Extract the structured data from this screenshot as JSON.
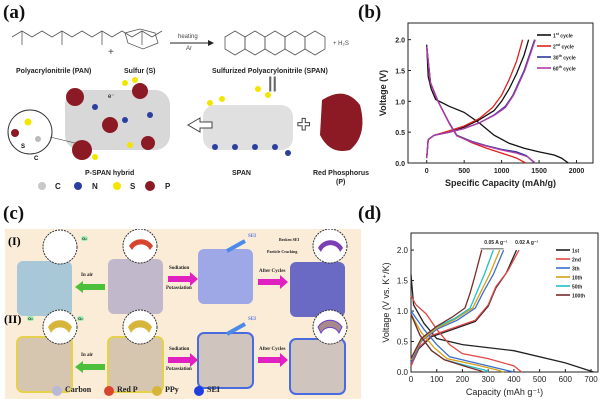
{
  "panels": {
    "a": {
      "label": "(a)",
      "reactant1": "Polyacrylonitrile (PAN)",
      "plus": "+",
      "reactant2": "Sulfur (S)",
      "arrow_top": "heating",
      "arrow_bottom": "Ar",
      "product": "Sulfurized Polyacrylonitrile (SPAN)",
      "byproduct": "+ H₂S",
      "equals": "||",
      "hybrid": "P-SPAN hybrid",
      "span": "SPAN",
      "red_p": "Red Phosphorus",
      "red_p_symbol": "(P)",
      "electron": "e⁻",
      "inset_atoms": [
        "S",
        "C"
      ],
      "atom_legend": [
        {
          "symbol": "C",
          "color": "#c8c8c8"
        },
        {
          "symbol": "N",
          "color": "#2a3f9e"
        },
        {
          "symbol": "S",
          "color": "#f2e600"
        },
        {
          "symbol": "P",
          "color": "#8b1a24"
        }
      ]
    },
    "b": {
      "label": "(b)"
    },
    "c": {
      "label": "(c)",
      "row1": "(I)",
      "row2": "(II)",
      "in_air": "In air",
      "sodiation": "Sodiation",
      "potassiation": "Potassiation",
      "after_cycles": "After Cycles",
      "sei": "SEI",
      "broken_sei": "Broken SEI",
      "particle_cracking": "Particle Cracking",
      "o2": "O₂",
      "legend": [
        {
          "name": "Carbon",
          "color": "#b7b9d6"
        },
        {
          "name": "Red P",
          "color": "#d8452f"
        },
        {
          "name": "PPy",
          "color": "#d6b53a"
        },
        {
          "name": "SEI",
          "color": "#1f3ee0"
        }
      ]
    },
    "d": {
      "label": "(d)"
    }
  },
  "chart_data": [
    {
      "type": "line",
      "panel": "b",
      "xlabel": "Specific Capacity (mAh/g)",
      "ylabel": "Voltage (V)",
      "xlim": [
        -250,
        2220
      ],
      "ylim": [
        0,
        2.27
      ],
      "xticks": [
        0,
        500,
        1000,
        1500,
        2000
      ],
      "yticks": [
        "0.0",
        "0.5",
        "1.0",
        "1.5",
        "2.0"
      ],
      "legend_position": "top-right",
      "series": [
        {
          "name": "1st cycle",
          "legend_base": "1",
          "legend_sup": "st",
          "legend_tail": " cycle",
          "color": "#111111",
          "discharge": [
            [
              0,
              1.92
            ],
            [
              20,
              1.4
            ],
            [
              60,
              1.2
            ],
            [
              120,
              1.03
            ],
            [
              300,
              0.92
            ],
            [
              500,
              0.82
            ],
            [
              700,
              0.65
            ],
            [
              900,
              0.45
            ],
            [
              1100,
              0.32
            ],
            [
              1300,
              0.24
            ],
            [
              1500,
              0.18
            ],
            [
              1700,
              0.13
            ],
            [
              1800,
              0.08
            ],
            [
              1890,
              0
            ]
          ],
          "charge": [
            [
              0,
              0.08
            ],
            [
              20,
              0.38
            ],
            [
              100,
              0.45
            ],
            [
              300,
              0.5
            ],
            [
              500,
              0.58
            ],
            [
              700,
              0.7
            ],
            [
              900,
              0.85
            ],
            [
              1000,
              1.0
            ],
            [
              1100,
              1.2
            ],
            [
              1200,
              1.45
            ],
            [
              1300,
              1.75
            ],
            [
              1360,
              2.0
            ]
          ]
        },
        {
          "name": "2nd cycle",
          "legend_base": "2",
          "legend_sup": "nd",
          "legend_tail": " cycle",
          "color": "#e0201e",
          "discharge": [
            [
              0,
              1.9
            ],
            [
              50,
              1.3
            ],
            [
              150,
              1.0
            ],
            [
              300,
              0.65
            ],
            [
              400,
              0.45
            ],
            [
              600,
              0.33
            ],
            [
              800,
              0.24
            ],
            [
              1000,
              0.16
            ],
            [
              1200,
              0.08
            ],
            [
              1320,
              0
            ]
          ],
          "charge": [
            [
              0,
              0.08
            ],
            [
              20,
              0.38
            ],
            [
              100,
              0.45
            ],
            [
              300,
              0.52
            ],
            [
              500,
              0.6
            ],
            [
              700,
              0.72
            ],
            [
              880,
              0.9
            ],
            [
              1000,
              1.1
            ],
            [
              1100,
              1.35
            ],
            [
              1200,
              1.65
            ],
            [
              1280,
              2.0
            ]
          ]
        },
        {
          "name": "30th cycle",
          "legend_base": "30",
          "legend_sup": "th",
          "legend_tail": " cycle",
          "color": "#2e3a9c",
          "discharge": [
            [
              0,
              1.9
            ],
            [
              50,
              1.3
            ],
            [
              150,
              1.0
            ],
            [
              300,
              0.65
            ],
            [
              400,
              0.45
            ],
            [
              600,
              0.35
            ],
            [
              800,
              0.28
            ],
            [
              1000,
              0.22
            ],
            [
              1200,
              0.18
            ],
            [
              1330,
              0.12
            ],
            [
              1440,
              0
            ]
          ],
          "charge": [
            [
              0,
              0.08
            ],
            [
              20,
              0.38
            ],
            [
              100,
              0.45
            ],
            [
              300,
              0.5
            ],
            [
              500,
              0.56
            ],
            [
              700,
              0.65
            ],
            [
              900,
              0.78
            ],
            [
              1050,
              0.92
            ],
            [
              1150,
              1.1
            ],
            [
              1300,
              1.5
            ],
            [
              1440,
              2.0
            ]
          ]
        },
        {
          "name": "60th cycle",
          "legend_base": "60",
          "legend_sup": "th",
          "legend_tail": " cycle",
          "color": "#b23aa6",
          "discharge": [
            [
              0,
              1.88
            ],
            [
              50,
              1.3
            ],
            [
              150,
              1.0
            ],
            [
              300,
              0.64
            ],
            [
              400,
              0.44
            ],
            [
              600,
              0.34
            ],
            [
              800,
              0.27
            ],
            [
              1000,
              0.21
            ],
            [
              1200,
              0.16
            ],
            [
              1350,
              0.1
            ],
            [
              1450,
              0
            ]
          ],
          "charge": [
            [
              0,
              0.08
            ],
            [
              20,
              0.38
            ],
            [
              100,
              0.45
            ],
            [
              300,
              0.5
            ],
            [
              500,
              0.56
            ],
            [
              700,
              0.65
            ],
            [
              900,
              0.77
            ],
            [
              1050,
              0.9
            ],
            [
              1160,
              1.1
            ],
            [
              1310,
              1.5
            ],
            [
              1450,
              2.0
            ]
          ]
        }
      ]
    },
    {
      "type": "line",
      "panel": "d",
      "xlabel": "Capacity (mAh g⁻¹)",
      "ylabel": "Voltage (V vs. K⁺/K)",
      "xlim": [
        0,
        727
      ],
      "ylim": [
        0,
        2.28
      ],
      "xticks": [
        0,
        100,
        200,
        300,
        400,
        500,
        600,
        700
      ],
      "yticks": [
        "0.0",
        "0.5",
        "1.0",
        "1.5",
        "2.0"
      ],
      "legend_position": "top-right",
      "annotations": [
        "0.05 A g⁻¹",
        "0.02 A g⁻¹"
      ],
      "series": [
        {
          "name": "1st",
          "color": "#222222",
          "discharge": [
            [
              0,
              1.6
            ],
            [
              10,
              1.1
            ],
            [
              50,
              0.8
            ],
            [
              100,
              0.55
            ],
            [
              200,
              0.45
            ],
            [
              400,
              0.35
            ],
            [
              600,
              0.15
            ],
            [
              710,
              0
            ]
          ],
          "charge": [
            [
              0,
              0.1
            ],
            [
              30,
              0.38
            ],
            [
              80,
              0.58
            ],
            [
              150,
              0.68
            ],
            [
              250,
              0.83
            ],
            [
              300,
              1.08
            ],
            [
              330,
              1.38
            ],
            [
              370,
              1.62
            ],
            [
              410,
              2.0
            ]
          ]
        },
        {
          "name": "2nd",
          "color": "#e04848",
          "discharge": [
            [
              0,
              1.25
            ],
            [
              20,
              1.1
            ],
            [
              60,
              0.95
            ],
            [
              100,
              0.7
            ],
            [
              150,
              0.45
            ],
            [
              200,
              0.3
            ],
            [
              300,
              0.22
            ],
            [
              400,
              0.1
            ],
            [
              430,
              0
            ]
          ],
          "charge": [
            [
              0,
              0.1
            ],
            [
              30,
              0.4
            ],
            [
              80,
              0.6
            ],
            [
              150,
              0.7
            ],
            [
              250,
              0.85
            ],
            [
              300,
              1.1
            ],
            [
              330,
              1.4
            ],
            [
              375,
              1.65
            ],
            [
              420,
              2.0
            ]
          ]
        },
        {
          "name": "3th",
          "color": "#3a6fd0",
          "discharge": [
            [
              0,
              1.0
            ],
            [
              50,
              0.7
            ],
            [
              100,
              0.45
            ],
            [
              150,
              0.25
            ],
            [
              250,
              0.15
            ],
            [
              350,
              0.05
            ],
            [
              400,
              0
            ]
          ],
          "charge": [
            [
              0,
              0.15
            ],
            [
              40,
              0.5
            ],
            [
              100,
              0.7
            ],
            [
              180,
              0.85
            ],
            [
              250,
              1.05
            ],
            [
              280,
              1.3
            ],
            [
              320,
              1.6
            ],
            [
              360,
              2.0
            ]
          ]
        },
        {
          "name": "10th",
          "color": "#d4a017",
          "discharge": [
            [
              0,
              0.95
            ],
            [
              40,
              0.65
            ],
            [
              90,
              0.4
            ],
            [
              140,
              0.22
            ],
            [
              250,
              0.12
            ],
            [
              330,
              0.04
            ],
            [
              360,
              0
            ]
          ],
          "charge": [
            [
              0,
              0.2
            ],
            [
              40,
              0.52
            ],
            [
              100,
              0.72
            ],
            [
              170,
              0.86
            ],
            [
              240,
              1.05
            ],
            [
              270,
              1.3
            ],
            [
              305,
              1.6
            ],
            [
              345,
              2.0
            ]
          ]
        },
        {
          "name": "50th",
          "color": "#20c0c8",
          "discharge": [
            [
              0,
              0.95
            ],
            [
              35,
              0.6
            ],
            [
              80,
              0.35
            ],
            [
              130,
              0.2
            ],
            [
              220,
              0.1
            ],
            [
              290,
              0.03
            ],
            [
              300,
              0
            ]
          ],
          "charge": [
            [
              0,
              0.22
            ],
            [
              40,
              0.55
            ],
            [
              100,
              0.74
            ],
            [
              170,
              0.88
            ],
            [
              230,
              1.05
            ],
            [
              255,
              1.3
            ],
            [
              285,
              1.6
            ],
            [
              320,
              2.0
            ]
          ]
        },
        {
          "name": "100th",
          "color": "#7a2a2a",
          "discharge": [
            [
              0,
              0.95
            ],
            [
              35,
              0.6
            ],
            [
              80,
              0.35
            ],
            [
              130,
              0.2
            ],
            [
              220,
              0.08
            ],
            [
              270,
              0.02
            ],
            [
              280,
              0
            ]
          ],
          "charge": [
            [
              0,
              0.22
            ],
            [
              40,
              0.55
            ],
            [
              100,
              0.75
            ],
            [
              160,
              0.9
            ],
            [
              210,
              1.05
            ],
            [
              230,
              1.3
            ],
            [
              250,
              1.6
            ],
            [
              275,
              2.0
            ]
          ]
        }
      ]
    }
  ]
}
